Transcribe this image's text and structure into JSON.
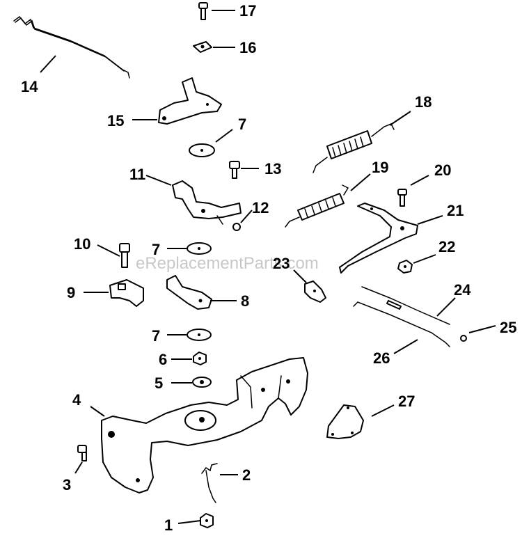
{
  "watermark": "eReplacementParts.com",
  "callouts": [
    "1",
    "2",
    "3",
    "4",
    "5",
    "6",
    "7",
    "7",
    "7",
    "8",
    "9",
    "10",
    "11",
    "12",
    "13",
    "14",
    "15",
    "16",
    "17",
    "18",
    "19",
    "20",
    "21",
    "22",
    "23",
    "24",
    "25",
    "26",
    "27"
  ]
}
